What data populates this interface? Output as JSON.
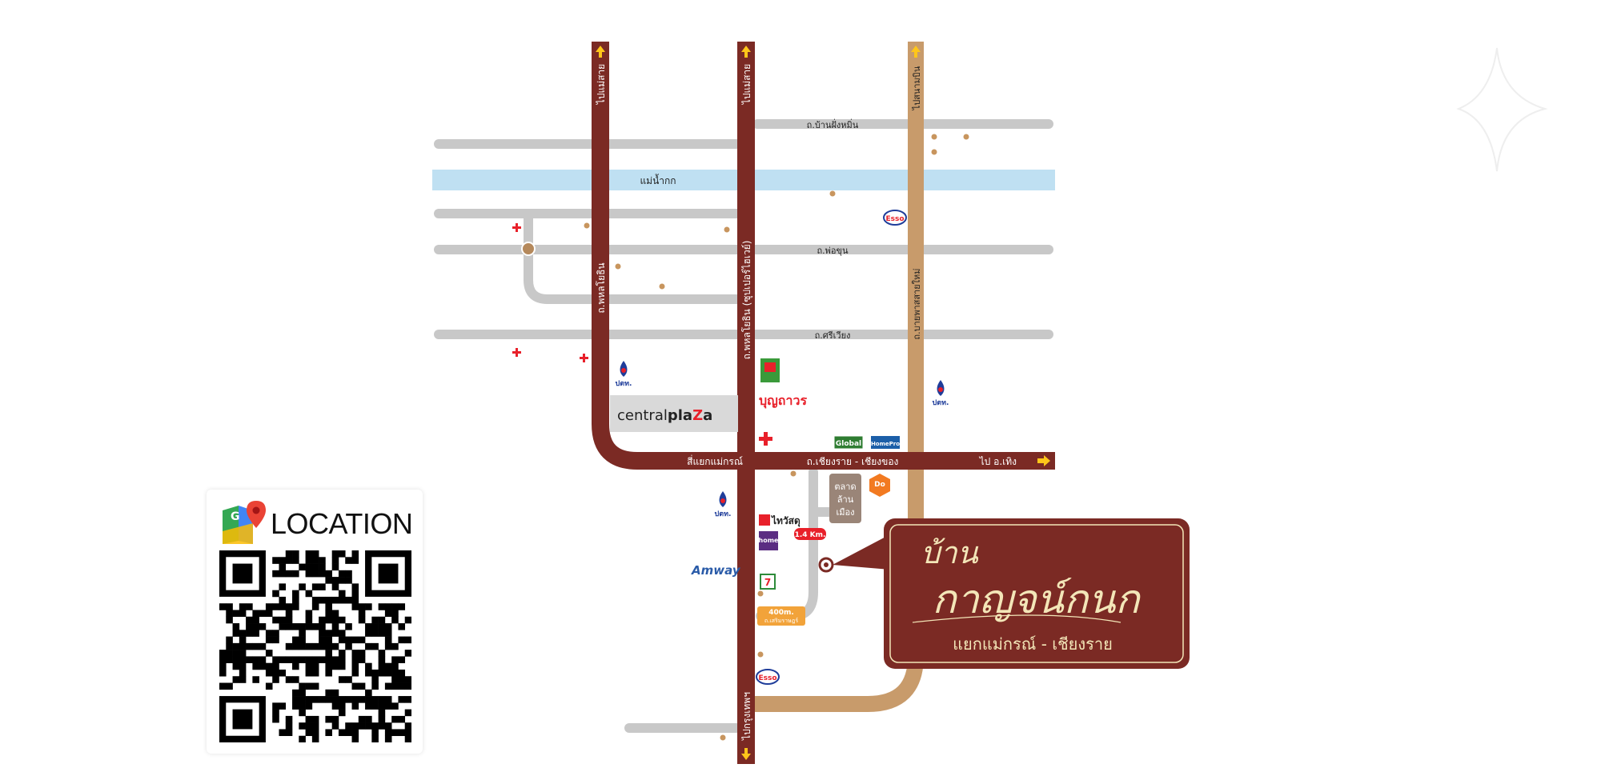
{
  "colors": {
    "main_road": "#7b2a24",
    "secondary_road": "#c89b6b",
    "minor_road": "#c8c8c8",
    "river": "#bfe0f2",
    "arrow": "#ffc61a",
    "poi_dot": "#c8955e",
    "hospital": "#e8202a",
    "callout_bg": "#7b2a24",
    "callout_text": "#f3e6b8"
  },
  "roads": {
    "phahonyothin_left_label": "ถ.พหลโยธิน",
    "phahonyothin_main_label": "ถ.พหลโยธิน (ซุปเปอร์ไฮเวย์)",
    "to_mae_sai_left": "ไปแม่สาย",
    "to_mae_sai_main": "ไปแม่สาย",
    "to_airport": "ไปสนามบิน",
    "to_bangkok": "ไปกรุงเทพฯ",
    "bypass_label": "ถ.บายพาสสายใหม่",
    "ban_pong_muen": "ถ.บ้านฝั่งหมิ่น",
    "kok_river": "แม่น้ำกก",
    "pho_khun": "ถ.พ่อขุน",
    "sri_wiang": "ถ.ศรีเวียง",
    "to_mae_kon": "สี่แยกแม่กรณ์",
    "chiang_rai_chiang_khong": "ถ.เชียงราย - เชียงของ",
    "to_thoeng": "ไป อ.เทิง"
  },
  "pois": {
    "central_plaza_a": "central",
    "central_plaza_b": "pla",
    "central_plaza_c": "a",
    "boonthavorn": "บุญถาวร",
    "global": "Global",
    "homepro": "HomePro",
    "market": [
      "ตลาด",
      "ล้าน",
      "เมือง"
    ],
    "thai_watsadu": "ไทวัสดุ",
    "home": "home",
    "amway": "Amway",
    "esso": "Esso",
    "ptt": "ปตท.",
    "distance_14": "1.4 Km.",
    "distance_400": "400m.",
    "distance_400_road": "ถ.เสริมราษฎร์",
    "do_home": "Do"
  },
  "callout": {
    "line1": "บ้าน",
    "line2": "กาญจน์กนก",
    "line3": "แยกแม่กรณ์ - เชียงราย"
  },
  "location_card": {
    "title": "LOCATION",
    "pin_letter": "G"
  }
}
